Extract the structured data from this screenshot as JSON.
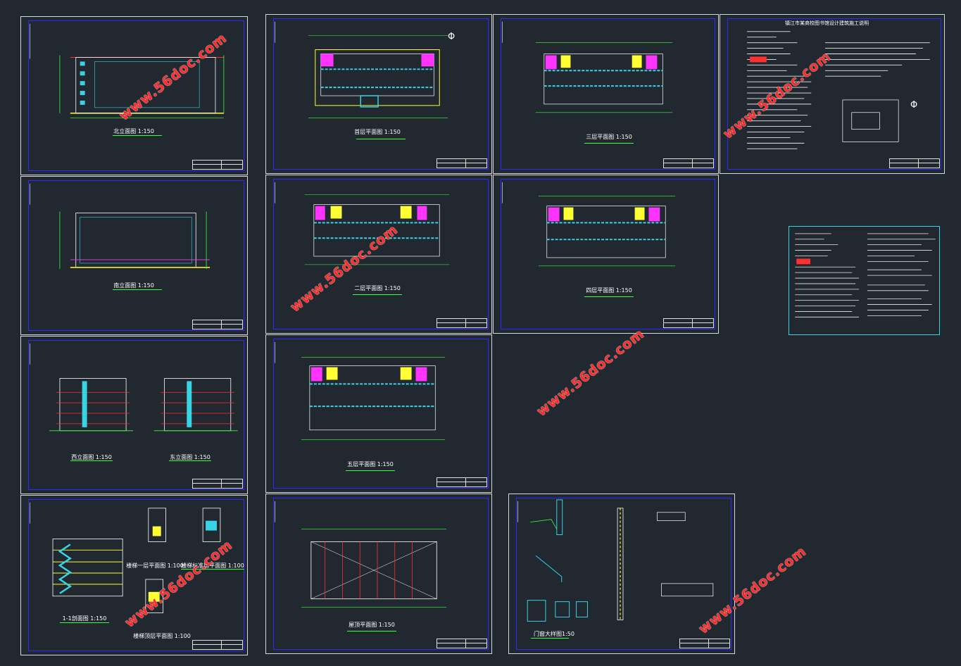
{
  "watermark": "www.56doc.com",
  "compass_symbol": "Φ",
  "notes_title": "镇江市某商校图书馆设计建筑施工说明",
  "captions": {
    "elev_north": "北立面图  1:150",
    "elev_south": "南立面图  1:150",
    "elev_west": "西立面图  1:150",
    "elev_east": "东立面图  1:150",
    "section": "1-1剖面图  1:150",
    "stair1": "楼梯一层平面图 1:100",
    "stair2": "楼梯标准层平面图 1:100",
    "stair3": "楼梯顶层平面图 1:100",
    "plan1": "首层平面图  1:150",
    "plan2": "二层平面图  1:150",
    "plan3": "三层平面图  1:150",
    "plan4": "四层平面图  1:150",
    "plan5": "五层平面图  1:150",
    "roof": "屋顶平面图  1:150",
    "details": "门窗大样图1:50"
  },
  "colors": {
    "background": "#212830",
    "frame": "#2b2bff",
    "green": "#39ff39",
    "cyan": "#39d3e6",
    "red": "#ff3030",
    "magenta": "#ff33ff",
    "yellow": "#ffff33",
    "watermark": "#ff2a2a"
  }
}
